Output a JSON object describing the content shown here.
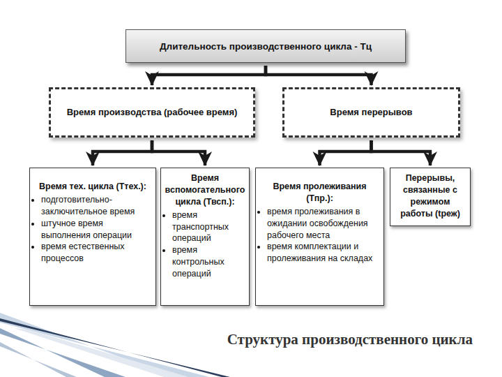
{
  "diagram": {
    "caption": "Структура производственного цикла",
    "nodes": [
      {
        "text": [
          "Длительность производственного цикла - Тц"
        ]
      },
      {
        "text": [
          "Время производства (рабочее время)"
        ]
      },
      {
        "text": [
          "Время перерывов"
        ]
      },
      {
        "text": [
          "Время тех. цикла (Ттех.):",
          "подготовительно-заключительное время",
          "штучное время выполнения операции",
          "время естественных процессов"
        ]
      },
      {
        "text": [
          "Время вспомогательного цикла (Твсп.):",
          "время транспортных операций",
          "время контрольных операций"
        ]
      },
      {
        "text": [
          "Время пролеживания (Тпр.):",
          "время пролеживания в ожидании освобождения рабочего места",
          "время комплектации и пролеживания на складах"
        ]
      },
      {
        "text": [
          "Перерывы, связанные с режимом работы (tреж)"
        ]
      }
    ],
    "edges": [
      {
        "from": 0,
        "to": 1,
        "arrow": "to"
      },
      {
        "from": 0,
        "to": 2,
        "arrow": "to"
      },
      {
        "from": 1,
        "to": 3,
        "arrow": "to"
      },
      {
        "from": 1,
        "to": 4,
        "arrow": "to"
      },
      {
        "from": 2,
        "to": 5,
        "arrow": "to"
      },
      {
        "from": 2,
        "to": 6,
        "arrow": "to"
      }
    ]
  }
}
